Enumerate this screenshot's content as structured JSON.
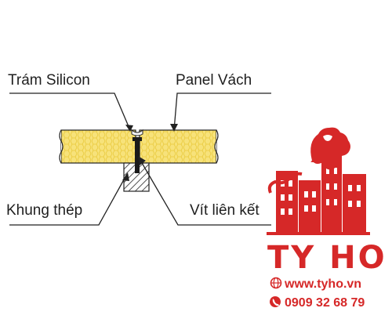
{
  "labels": {
    "silicon": "Trám Silicon",
    "panel": "Panel Vách",
    "frame": "Khung thép",
    "screw": "Vít liên kết"
  },
  "brand": {
    "name": "TY HO",
    "website": "www.tyho.vn",
    "phone": "0909 32 68 79",
    "color": "#d62828"
  },
  "colors": {
    "foam": "#f7e27a",
    "foam_hex": "#e9c93a",
    "line": "#222222"
  },
  "icons": [
    "globe-icon",
    "phone-icon",
    "tiger-logo-icon"
  ]
}
